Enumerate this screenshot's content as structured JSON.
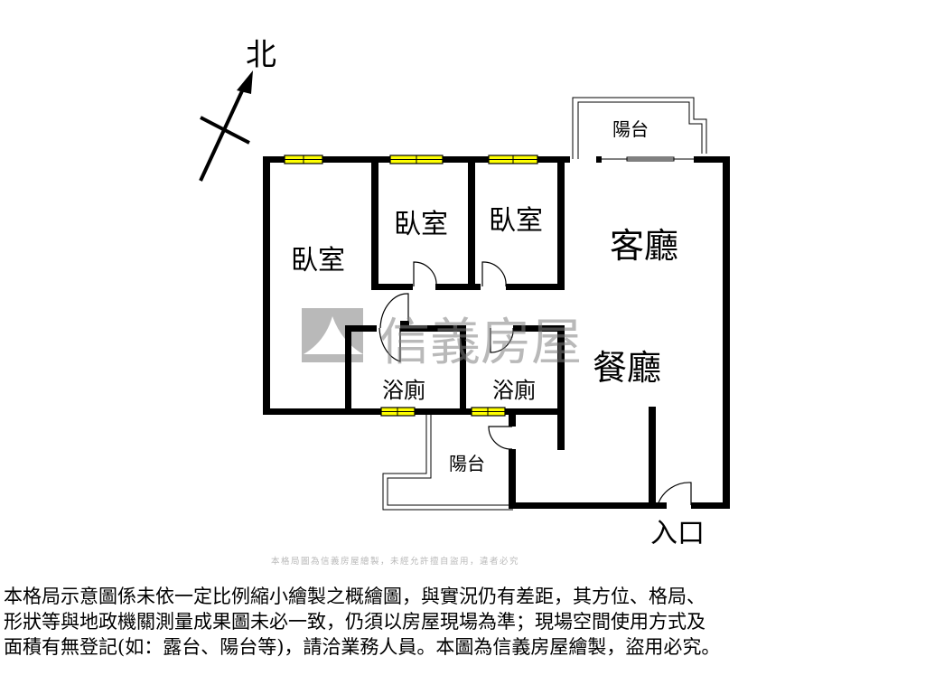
{
  "compass": {
    "label": "北"
  },
  "rooms": {
    "bedroom_1": "臥室",
    "bedroom_2": "臥室",
    "bedroom_3": "臥室",
    "living_room": "客廳",
    "dining_room": "餐廳",
    "bathroom_1": "浴廁",
    "bathroom_2": "浴廁",
    "balcony_top": "陽台",
    "balcony_bottom": "陽台",
    "entrance": "入口"
  },
  "watermark": {
    "brand": "信義房屋",
    "text": "本格局圖為信義房屋繪製，未經允許擅自盜用，違者必究"
  },
  "colors": {
    "wall": "#000000",
    "window": "#ffff00",
    "watermark": "#a0a0a0"
  },
  "disclaimer": [
    "本格局示意圖係未依一定比例縮小繪製之概繪圖，與實況仍有差距，其方位、格局、",
    "形狀等與地政機關測量成果圖未必一致，仍須以房屋現場為準；現場空間使用方式及",
    "面積有無登記(如：露台、陽台等)，請洽業務人員。本圖為信義房屋繪製，盜用必究。"
  ]
}
